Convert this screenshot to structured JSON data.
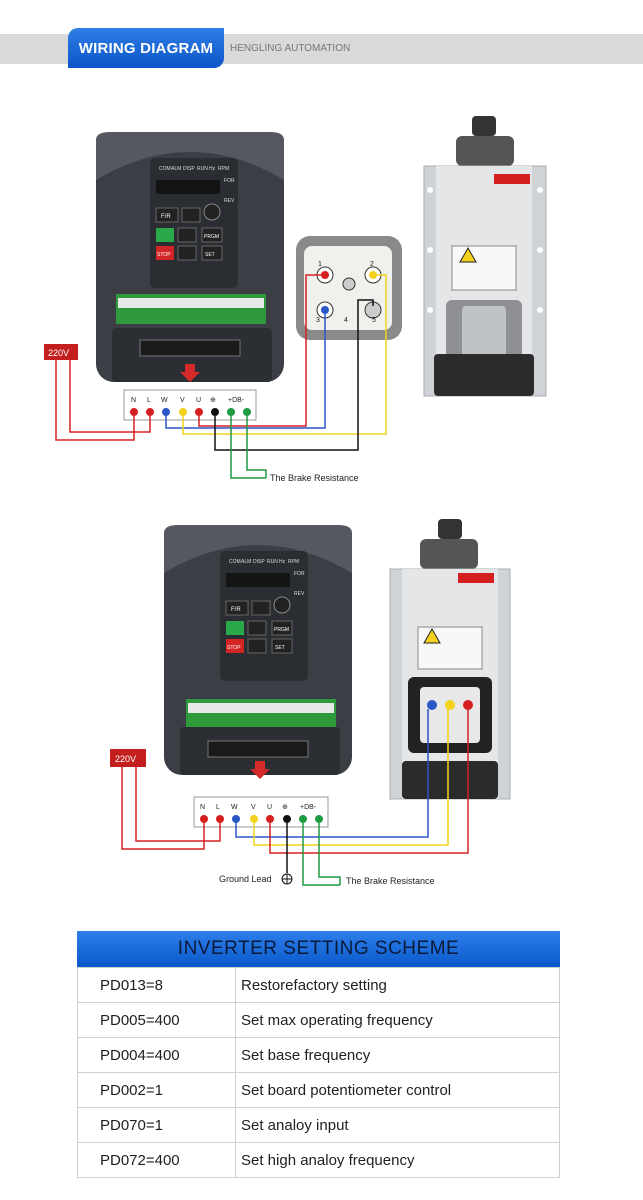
{
  "header": {
    "tab_label": "WIRING DIAGRAM",
    "subtitle": "HENGLING AUTOMATION"
  },
  "inverter": {
    "display_labels": [
      "COM",
      "ALM",
      "DISP",
      "RUN",
      "Hz",
      "RPM"
    ],
    "fdr_label": "FOR",
    "rev_label": "REV",
    "stop_label": "STOP",
    "prgm_label": "PRGM",
    "set_label": "SET",
    "fr_label": "F/R"
  },
  "diagram1": {
    "voltage_label": "220V",
    "terminals": [
      "N",
      "L",
      "W",
      "V",
      "U",
      "⊕",
      "+DB-"
    ],
    "brake_label": "The Brake Resistance",
    "connector_pins": [
      "1",
      "2",
      "3",
      "4",
      "5"
    ]
  },
  "diagram2": {
    "voltage_label": "220V",
    "terminals": [
      "N",
      "L",
      "W",
      "V",
      "U",
      "⊕",
      "+DB-"
    ],
    "brake_label": "The Brake Resistance",
    "ground_label": "Ground Lead"
  },
  "colors": {
    "brand_blue": "#0c56c8",
    "wire_red": "#d62020",
    "wire_blue": "#2a56c6",
    "wire_yellow": "#f2d21c",
    "wire_green": "#1f9a45",
    "wire_black": "#111111"
  },
  "scheme": {
    "title": "INVERTER SETTING SCHEME",
    "rows": [
      {
        "code": "PD013=8",
        "desc": "Restorefactory setting"
      },
      {
        "code": "PD005=400",
        "desc": "Set max operating frequency"
      },
      {
        "code": "PD004=400",
        "desc": "Set base frequency"
      },
      {
        "code": "PD002=1",
        "desc": "Set board potentiometer control"
      },
      {
        "code": "PD070=1",
        "desc": "Set analoy input"
      },
      {
        "code": "PD072=400",
        "desc": "Set high analoy frequency"
      }
    ]
  }
}
